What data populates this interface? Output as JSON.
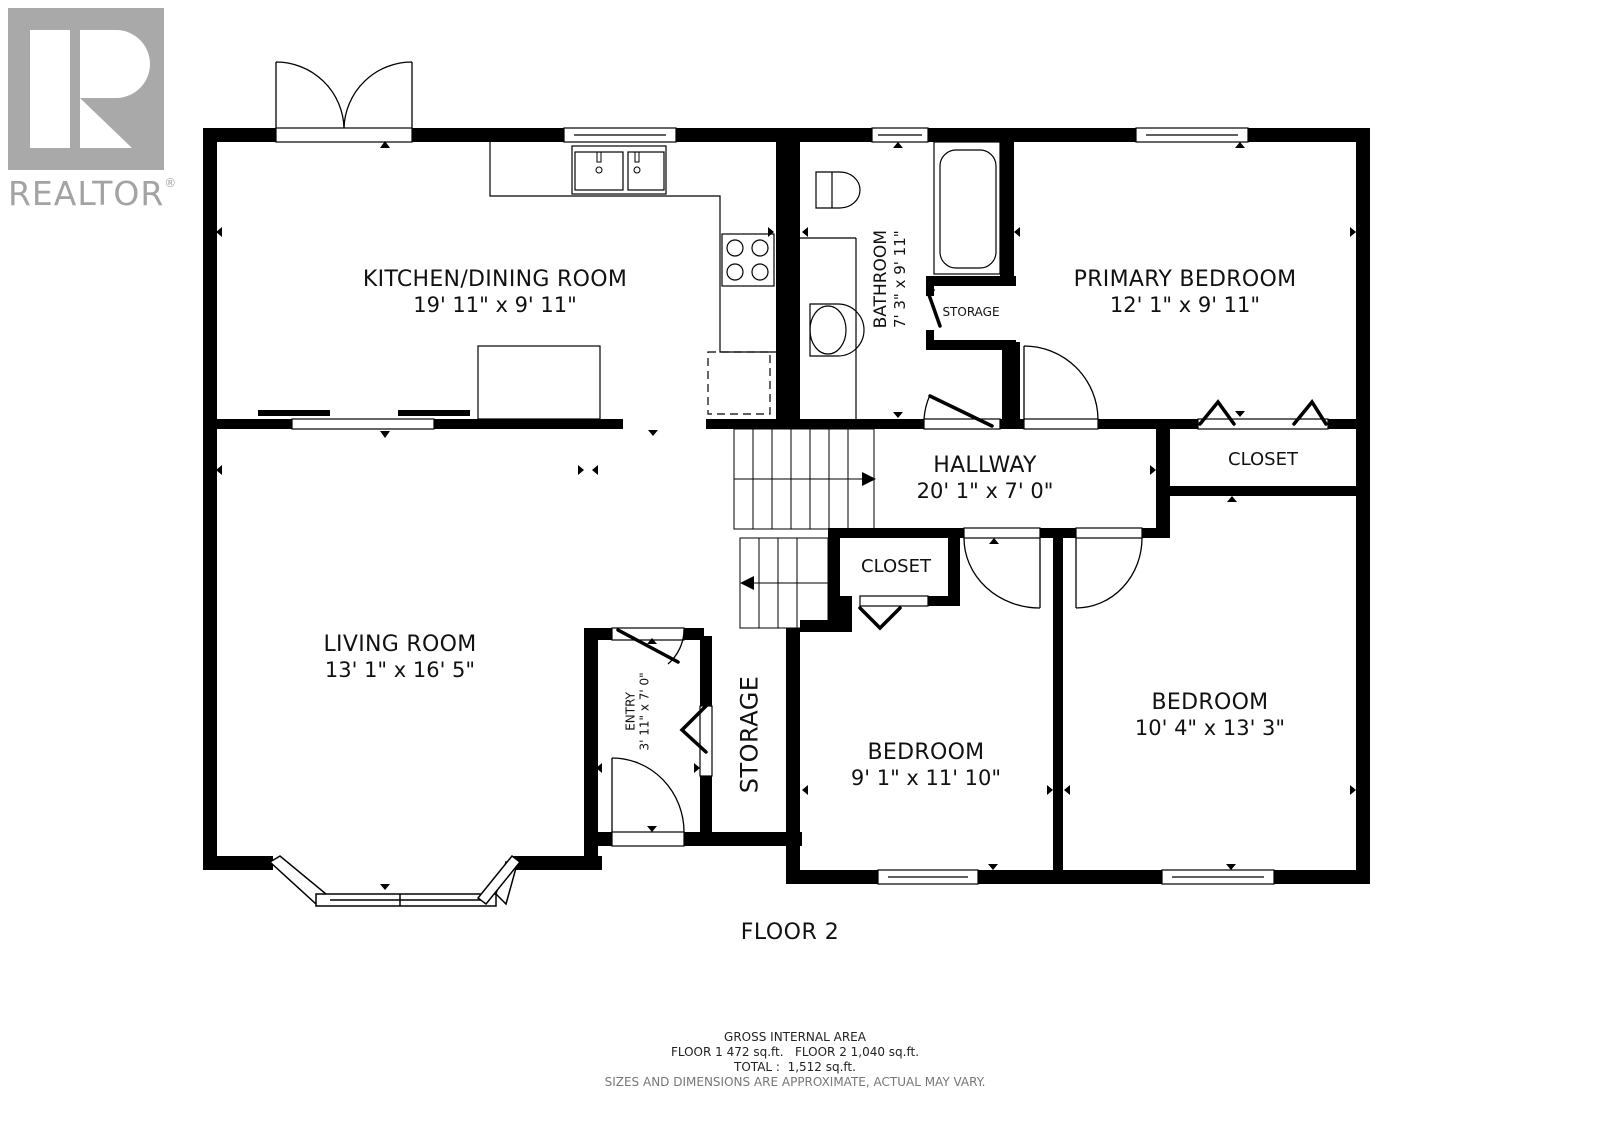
{
  "logo": {
    "letter": "R",
    "text": "REALTOR",
    "mark": "®",
    "color": "#a9a9a9"
  },
  "floor_title": "FLOOR 2",
  "rooms": {
    "kitchen": {
      "name": "KITCHEN/DINING ROOM",
      "dims": "19' 11\" x 9' 11\""
    },
    "bathroom": {
      "name": "BATHROOM",
      "dims": "7' 3\" x 9' 11\""
    },
    "bath_storage": {
      "name": "STORAGE"
    },
    "primary_bedroom": {
      "name": "PRIMARY BEDROOM",
      "dims": "12' 1\" x 9' 11\""
    },
    "hallway": {
      "name": "HALLWAY",
      "dims": "20' 1\" x 7' 0\""
    },
    "hall_closet_right": {
      "name": "CLOSET"
    },
    "hall_closet_left": {
      "name": "CLOSET"
    },
    "living_room": {
      "name": "LIVING ROOM",
      "dims": "13' 1\" x 16' 5\""
    },
    "entry": {
      "name": "ENTRY",
      "dims": "3' 11\" x 7' 0\""
    },
    "entry_storage": {
      "name": "STORAGE"
    },
    "bedroom_2": {
      "name": "BEDROOM",
      "dims": "9' 1\" x 11' 10\""
    },
    "bedroom_3": {
      "name": "BEDROOM",
      "dims": "10' 4\" x 13' 3\""
    }
  },
  "area_summary": {
    "heading": "GROSS INTERNAL AREA",
    "floors_line": "FLOOR 1 472 sq.ft.   FLOOR 2 1,040 sq.ft.",
    "total_line": "TOTAL :  1,512 sq.ft.",
    "disclaimer": "SIZES AND DIMENSIONS ARE APPROXIMATE, ACTUAL MAY VARY."
  },
  "colors": {
    "wall": "#000000",
    "background": "#ffffff",
    "logo_gray": "#a9a9a9"
  }
}
